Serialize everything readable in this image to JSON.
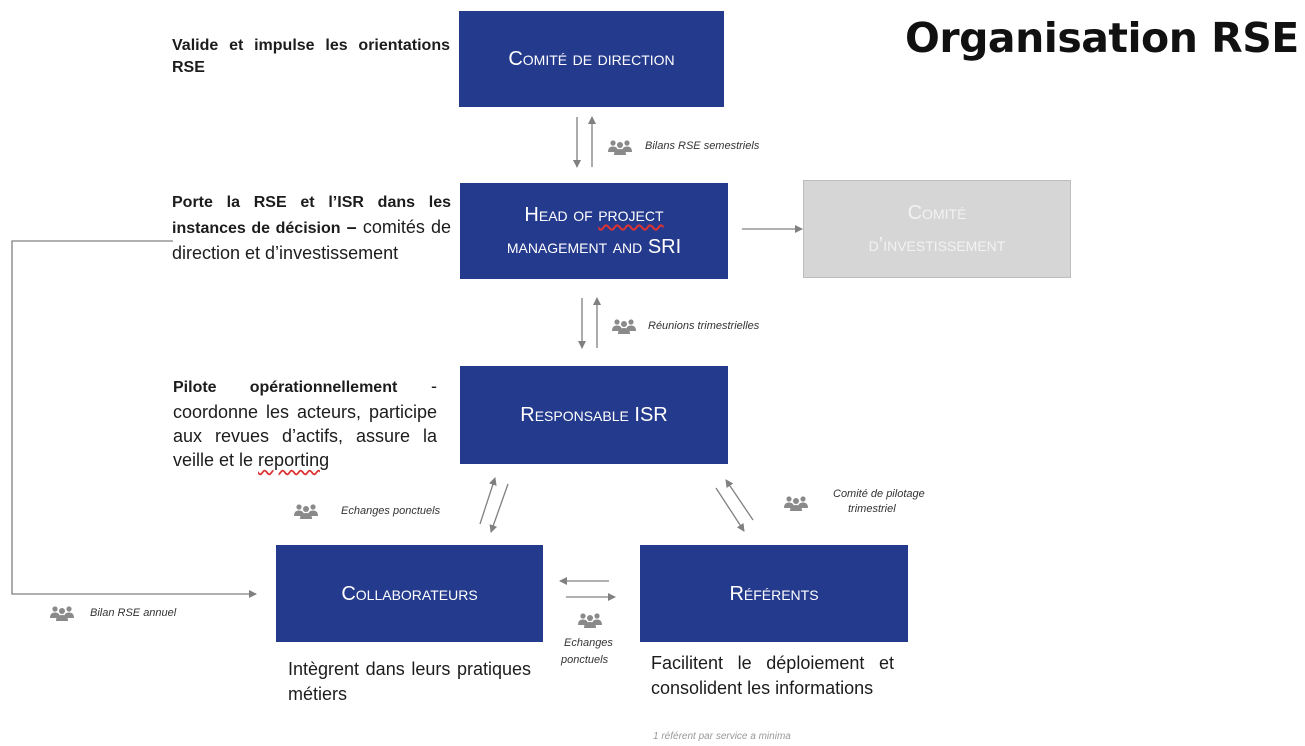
{
  "title": "Organisation RSE",
  "boxes": {
    "comite_direction": "Comité de direction",
    "head_line1": "Head of ",
    "head_project": "project",
    "head_line2": "management and SRI",
    "comite_invest_line1": "Comité",
    "comite_invest_line2": "d’investissement",
    "responsable": "Responsable ISR",
    "collaborateurs": "Collaborateurs",
    "referents": "Référents"
  },
  "descriptions": {
    "direction": "Valide et impulse les orientations RSE",
    "head_bold": "Porte la RSE et l’ISR dans les instances de décision",
    "head_dash": " –",
    "head_rest": "comités de direction et d’investissement",
    "responsable_bold": "Pilote opérationnellement",
    "responsable_rest": " - coordonne les acteurs, participe aux revues d’actifs, assure la veille et le ",
    "responsable_last": "reporting",
    "collaborateurs": "Intègrent dans leurs pratiques métiers",
    "referents": "Facilitent le déploiement et consolident les informations"
  },
  "flow_labels": {
    "bilans": "Bilans RSE semestriels",
    "reunions": "Réunions trimestrielles",
    "echanges1": "Echanges ponctuels",
    "comite_pilotage_1": "Comité de pilotage",
    "comite_pilotage_2": "trimestriel",
    "echanges2_1": "Echanges",
    "echanges2_2": "ponctuels",
    "bilan_annuel": "Bilan RSE annuel"
  },
  "note": "1 référent par service a minima",
  "icons": {
    "people": "people-group-icon"
  },
  "colors": {
    "box": "#243a8c",
    "box_grey": "#d6d6d6",
    "arrow": "#808080",
    "people_icon": "#8a8a8a"
  }
}
